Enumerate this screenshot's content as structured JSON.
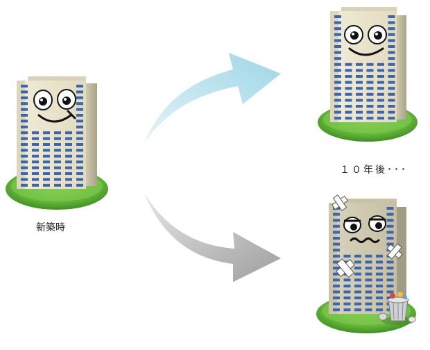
{
  "captions": {
    "new_building": "新築時",
    "ten_years_later": "１０年後･･･"
  },
  "colors": {
    "arrow_top": "#a9dbe9",
    "arrow_bottom": "#a9aaad",
    "grass": "#6cbf44",
    "building_face": "#ece6cf",
    "building_side": "#c7c1a8",
    "window": "#3a66b0"
  },
  "buildings": [
    {
      "name": "new-building",
      "state": "smiling"
    },
    {
      "name": "ten-year-happy-building",
      "state": "smiling"
    },
    {
      "name": "ten-year-worn-building",
      "state": "damaged"
    }
  ]
}
